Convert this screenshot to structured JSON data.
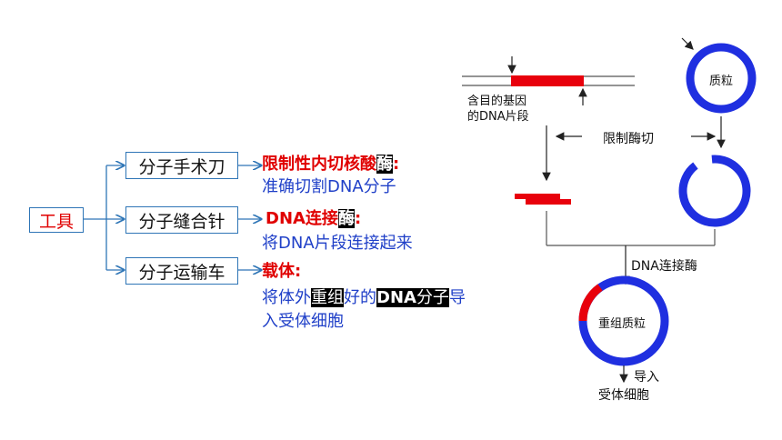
{
  "left_diagram": {
    "root": "工具",
    "tools": [
      {
        "name": "分子手术刀",
        "title": "限制性内切核酸",
        "title_hl": "酶",
        "title_colon": ":",
        "desc": "准确切割DNA分子"
      },
      {
        "name": "分子缝合针",
        "title": "DNA连接",
        "title_hl": "酶",
        "title_colon": ":",
        "desc": "将DNA片段连接起来"
      },
      {
        "name": "分子运输车",
        "title": "载体",
        "title_colon": ":",
        "desc_parts": [
          "将体外",
          "重组",
          "好的",
          "DNA",
          "分子",
          "导"
        ],
        "desc_line2": "入受体细胞"
      }
    ]
  },
  "right_diagram": {
    "dna_label_line1": "含目的基因",
    "dna_label_line2": "的DNA片段",
    "plasmid": "质粒",
    "enzyme_cut": "限制酶切",
    "ligase": "DNA连接酶",
    "recombinant": "重组质粒",
    "import_line1": "导入",
    "import_line2": "受体细胞"
  },
  "colors": {
    "blue_ring": "#1f2fe0",
    "red_fragment": "#e8000c",
    "arrow_blue": "#2e75b6",
    "red_text": "#e00000",
    "blue_text": "#2040c8"
  }
}
